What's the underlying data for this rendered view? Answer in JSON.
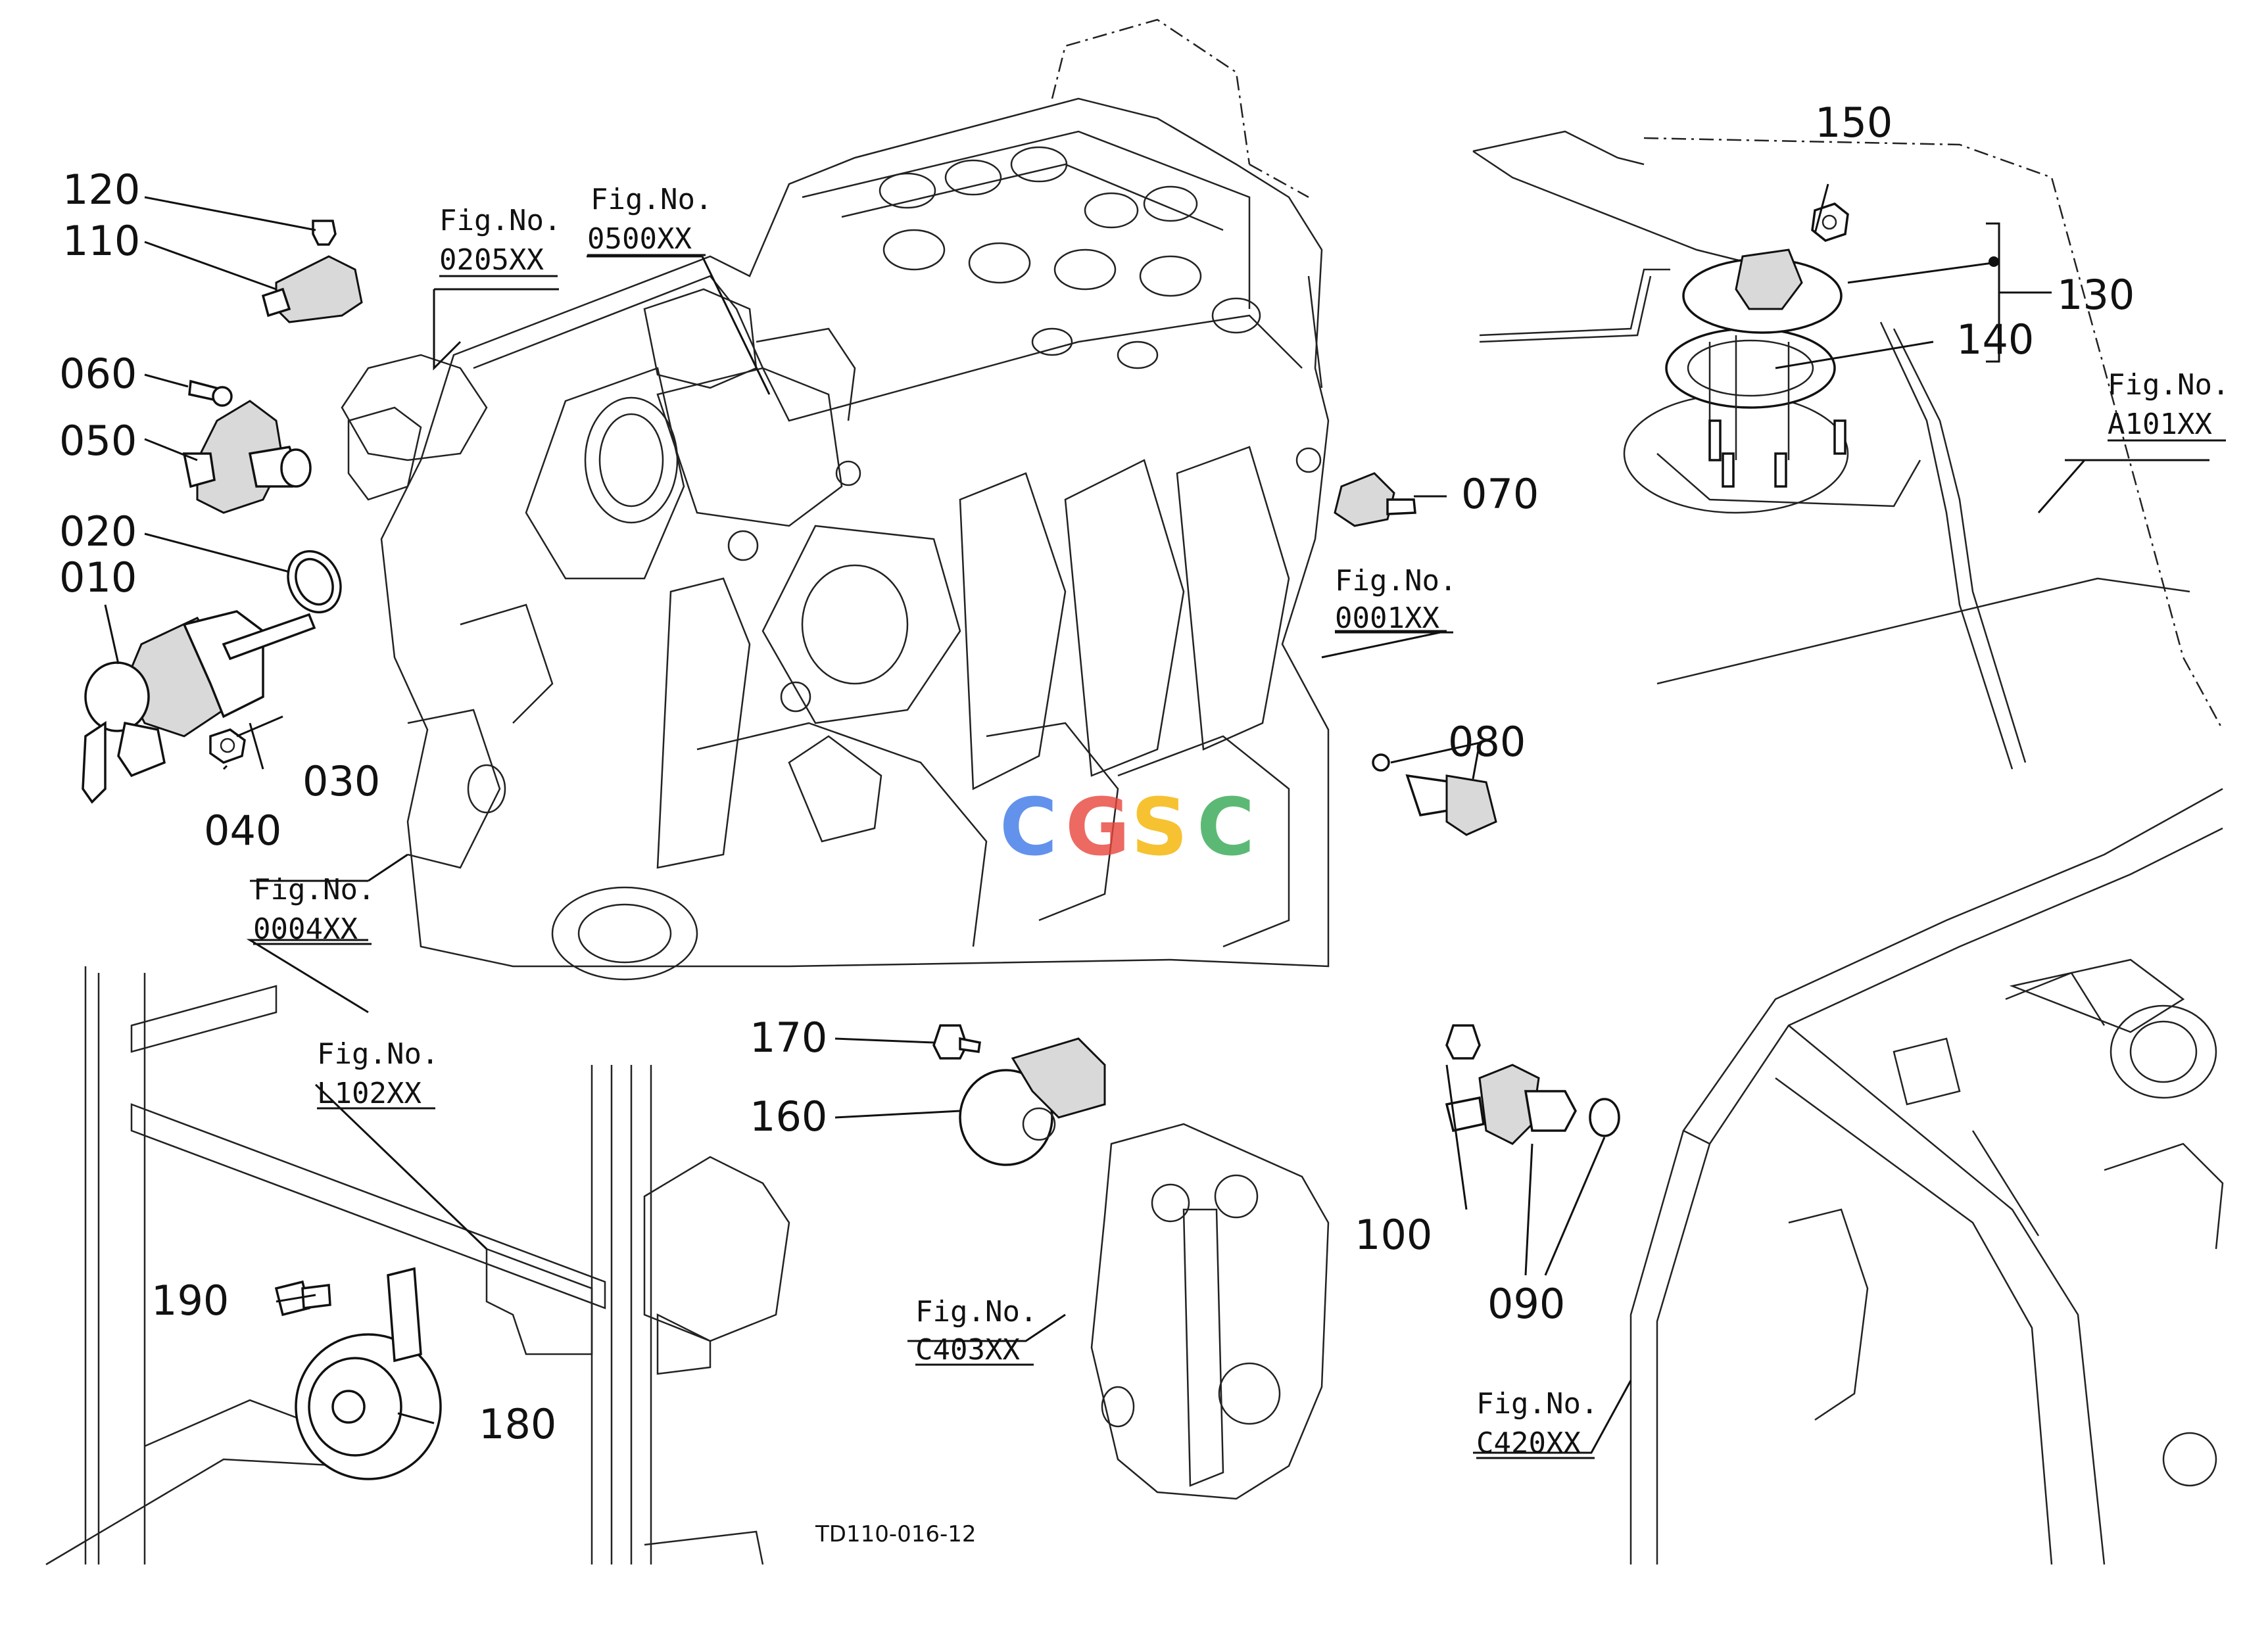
{
  "part_numbers": {
    "p010": "010",
    "p020": "020",
    "p030": "030",
    "p040": "040",
    "p050": "050",
    "p060": "060",
    "p070": "070",
    "p080": "080",
    "p090": "090",
    "p100": "100",
    "p110": "110",
    "p120": "120",
    "p130": "130",
    "p140": "140",
    "p150": "150",
    "p160": "160",
    "p170": "170",
    "p180": "180",
    "p190": "190"
  },
  "figure_refs": {
    "label": "Fig.No.",
    "f0205": "0205XX",
    "f0500": "0500XX",
    "f0001": "0001XX",
    "f0004": "0004XX",
    "fA101": "A101XX",
    "fL102": "L102XX",
    "fC403": "C403XX",
    "fC420": "C420XX"
  },
  "drawing_code": "TD110-016-12",
  "watermark": {
    "letters": [
      "C",
      "G",
      "S",
      "C"
    ],
    "colors": [
      "#3b78e7",
      "#e8453c",
      "#f4b400",
      "#34a853"
    ]
  }
}
